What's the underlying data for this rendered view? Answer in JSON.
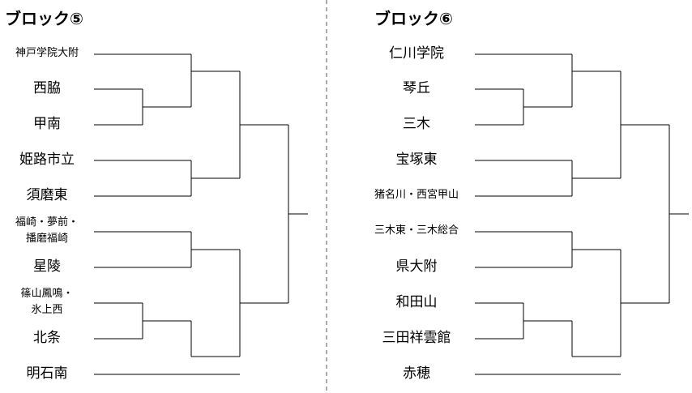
{
  "blocks": [
    {
      "title": "ブロック⑤",
      "teams": [
        [
          "神戸学院大附"
        ],
        [
          "西脇"
        ],
        [
          "甲南"
        ],
        [
          "姫路市立"
        ],
        [
          "須磨東"
        ],
        [
          "福崎・夢前・",
          "播磨福崎"
        ],
        [
          "星陵"
        ],
        [
          "篠山鳳鳴・",
          "氷上西"
        ],
        [
          "北条"
        ],
        [
          "明石南"
        ]
      ]
    },
    {
      "title": "ブロック⑥",
      "teams": [
        [
          "仁川学院"
        ],
        [
          "琴丘"
        ],
        [
          "三木"
        ],
        [
          "宝塚東"
        ],
        [
          "猪名川・西宮甲山"
        ],
        [
          "三木東・三木総合"
        ],
        [
          "県大附"
        ],
        [
          "和田山"
        ],
        [
          "三田祥雲館"
        ],
        [
          "赤穂"
        ]
      ]
    }
  ]
}
